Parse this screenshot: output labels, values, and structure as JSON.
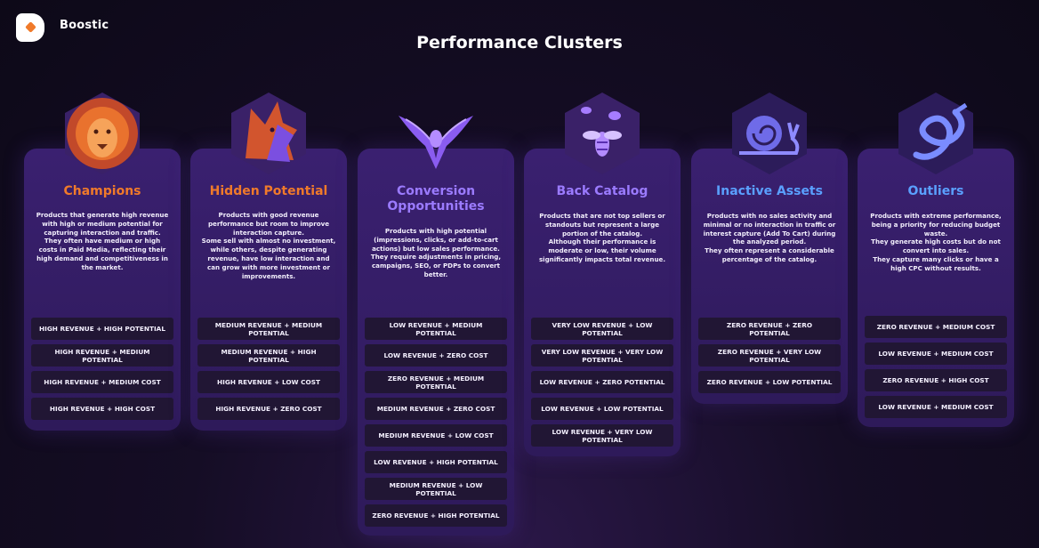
{
  "brand": {
    "name": "Boostic"
  },
  "page": {
    "title": "Performance Clusters"
  },
  "clusters": [
    {
      "title": "Champions",
      "title_color": "#f07a2a",
      "icon": "lion-icon",
      "description": "Products that generate high revenue with high or medium potential for capturing interaction and traffic.\nThey often have medium or high costs in Paid Media, reflecting their high demand and competitiveness in the market.",
      "tags": [
        "HIGH REVENUE + HIGH POTENTIAL",
        "HIGH REVENUE + MEDIUM POTENTIAL",
        "HIGH REVENUE + MEDIUM COST",
        "HIGH REVENUE + HIGH COST"
      ]
    },
    {
      "title": "Hidden Potential",
      "title_color": "#f07a2a",
      "icon": "wolf-icon",
      "description": "Products with good revenue performance but room to improve interaction capture.\nSome sell with almost no investment, while others, despite generating revenue, have low interaction and can grow with more investment or improvements.",
      "tags": [
        "MEDIUM REVENUE + MEDIUM POTENTIAL",
        "MEDIUM REVENUE + HIGH POTENTIAL",
        "HIGH REVENUE + LOW COST",
        "HIGH REVENUE + ZERO COST"
      ]
    },
    {
      "title": "Conversion Opportunities",
      "title_color": "#9b7bff",
      "icon": "eagle-icon",
      "description": "Products with high potential (impressions, clicks, or add-to-cart actions) but low sales performance.\nThey require adjustments in pricing, campaigns, SEO, or PDPs to convert better.",
      "tags": [
        "LOW REVENUE + MEDIUM POTENTIAL",
        "LOW REVENUE + ZERO COST",
        "ZERO REVENUE + MEDIUM POTENTIAL",
        "MEDIUM REVENUE + ZERO COST",
        "MEDIUM REVENUE + LOW COST",
        "LOW REVENUE + HIGH POTENTIAL",
        "MEDIUM REVENUE + LOW POTENTIAL",
        "ZERO REVENUE + HIGH POTENTIAL"
      ]
    },
    {
      "title": "Back Catalog",
      "title_color": "#9b7bff",
      "icon": "bees-icon",
      "description": "Products that are not top sellers or standouts but represent a large portion of the catalog.\nAlthough their performance is moderate or low, their volume significantly impacts total revenue.",
      "tags": [
        "VERY LOW REVENUE + LOW POTENTIAL",
        "VERY LOW REVENUE + VERY LOW POTENTIAL",
        "LOW REVENUE + ZERO POTENTIAL",
        "LOW REVENUE + LOW POTENTIAL",
        "LOW REVENUE + VERY LOW POTENTIAL"
      ]
    },
    {
      "title": "Inactive Assets",
      "title_color": "#5aa0ff",
      "icon": "snail-icon",
      "description": "Products with no sales activity and minimal or no interaction in traffic or interest capture (Add To Cart) during the analyzed period.\nThey often represent a considerable percentage of the catalog.",
      "tags": [
        "ZERO REVENUE + ZERO POTENTIAL",
        "ZERO REVENUE + VERY LOW POTENTIAL",
        "ZERO REVENUE + LOW POTENTIAL"
      ]
    },
    {
      "title": "Outliers",
      "title_color": "#5aa0ff",
      "icon": "snake-icon",
      "description": "Products with extreme performance, being a priority for reducing budget waste.\nThey generate high costs but do not convert into sales.\nThey capture many clicks or have a high CPC without results.",
      "tags": [
        "ZERO REVENUE + MEDIUM COST",
        "LOW REVENUE  + MEDIUM COST",
        "ZERO REVENUE + HIGH COST",
        "LOW REVENUE + MEDIUM COST"
      ]
    }
  ]
}
